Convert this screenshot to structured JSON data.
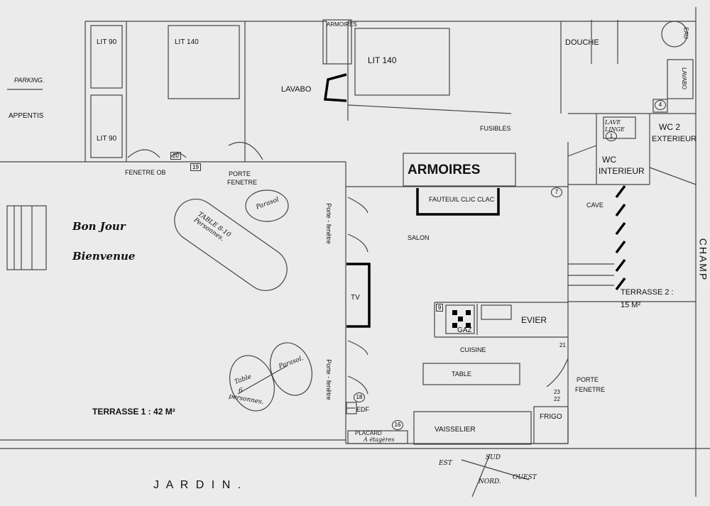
{
  "labels": {
    "parking": "PARKING.",
    "appentis": "APPENTIS",
    "lit90_a": "LIT 90",
    "lit90_b": "LIT 90",
    "lit140_a": "LIT 140",
    "lit140_b": "LIT 140",
    "armoires_small": "ARMOIRES",
    "lavabo": "LAVABO",
    "douche": "DOUCHE",
    "eau": "EAU",
    "lavabo_v": "LAVABO",
    "fusibles": "FUSIBLES",
    "lave_linge": "LAVE LINGE",
    "wc2": "WC 2",
    "exterieur": "EXTERIEUR",
    "wc_int_1": "WC",
    "wc_int_2": "INTERIEUR",
    "fenetre_ob": "FENETRE OB",
    "porte_fenetre_top_1": "PORTE",
    "porte_fenetre_top_2": "FENETRE",
    "armoires": "ARMOIRES",
    "fauteuil": "FAUTEUIL CLIC CLAC",
    "cave": "CAVE",
    "bon_jour": "Bon Jour",
    "bienvenue": "Bienvenue",
    "table_large": "TABLE 8-10 Personnes.",
    "parasol_a": "Parasol",
    "porte_fenetre_v1": "Porte - fenêtre",
    "salon": "SALON",
    "tv": "TV",
    "terrasse2_1": "TERRASSE  2 :",
    "terrasse2_2": "15 M²",
    "gaz": "GAZ",
    "evier": "EVIER",
    "cuisine": "CUISINE",
    "table_kitchen": "TABLE",
    "porte_fenetre_right_1": "PORTE",
    "porte_fenetre_right_2": "FENETRE",
    "table_small_1": "Table",
    "table_small_2": "6",
    "table_small_3": "personnes.",
    "parasol_b": "Parasol.",
    "porte_fenetre_v2": "Porte - fenêtre",
    "edf": "EDF",
    "terrasse1": "TERRASSE 1  :  42 M²",
    "frigo": "FRIGO",
    "placard_1": "PLACARD",
    "placard_2": "À étagères",
    "vaisselier": "VAISSELIER",
    "champ": "CHAMP",
    "jardin": "J    A    R    D    I    N .",
    "sud": "SUD",
    "est": "EST",
    "ouest": "OUEST",
    "nord": "NORD."
  },
  "markers": {
    "n4": "4",
    "n1": "1",
    "n7": "7",
    "n19": "19",
    "n20": "20",
    "n9": "9",
    "n21": "21",
    "n23": "23",
    "n22": "22",
    "n18": "18",
    "n16": "16"
  },
  "colors": {
    "background": "#ebebeb",
    "line": "#444444",
    "heavy": "#000000"
  }
}
